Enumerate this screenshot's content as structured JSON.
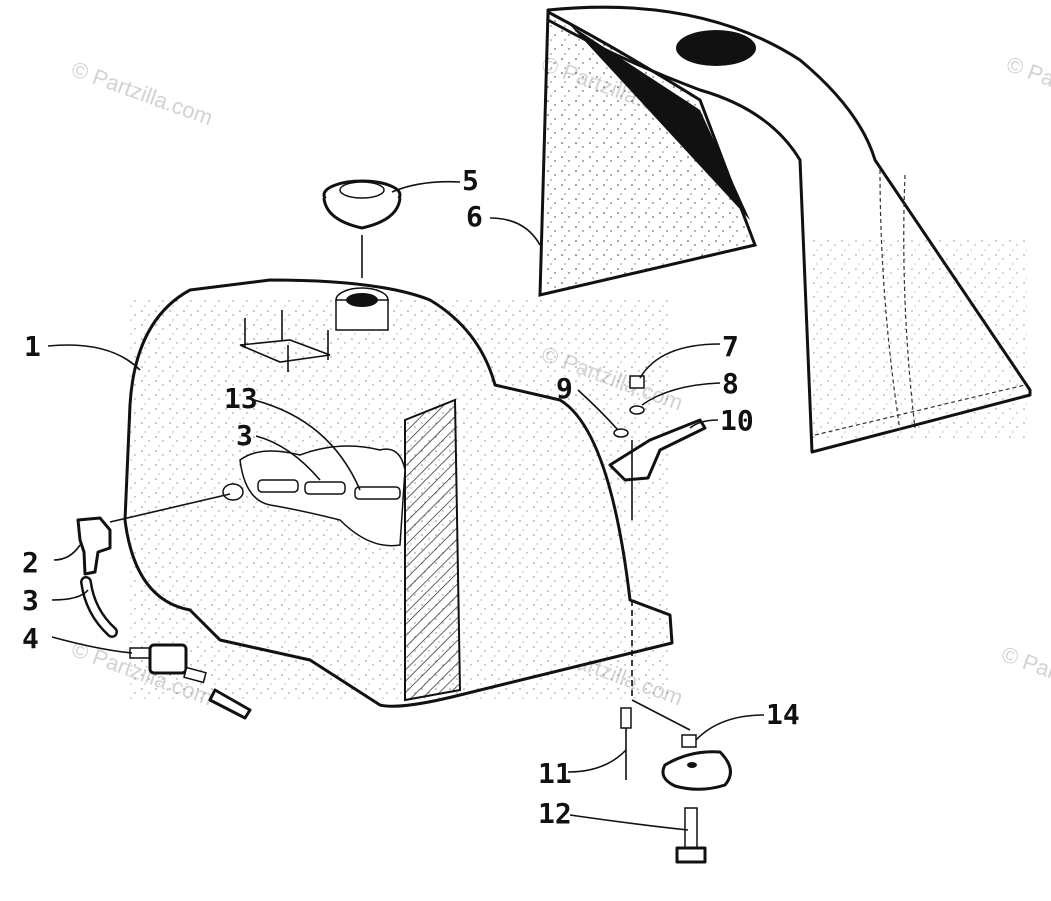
{
  "watermark": "© Partzilla.com",
  "callouts": [
    {
      "id": "c1",
      "label": "1"
    },
    {
      "id": "c2",
      "label": "2"
    },
    {
      "id": "c3a",
      "label": "3"
    },
    {
      "id": "c3b",
      "label": "3"
    },
    {
      "id": "c4",
      "label": "4"
    },
    {
      "id": "c5",
      "label": "5"
    },
    {
      "id": "c6",
      "label": "6"
    },
    {
      "id": "c7",
      "label": "7"
    },
    {
      "id": "c8",
      "label": "8"
    },
    {
      "id": "c9",
      "label": "9"
    },
    {
      "id": "c10",
      "label": "10"
    },
    {
      "id": "c11",
      "label": "11"
    },
    {
      "id": "c12",
      "label": "12"
    },
    {
      "id": "c13",
      "label": "13"
    },
    {
      "id": "c14",
      "label": "14"
    }
  ]
}
